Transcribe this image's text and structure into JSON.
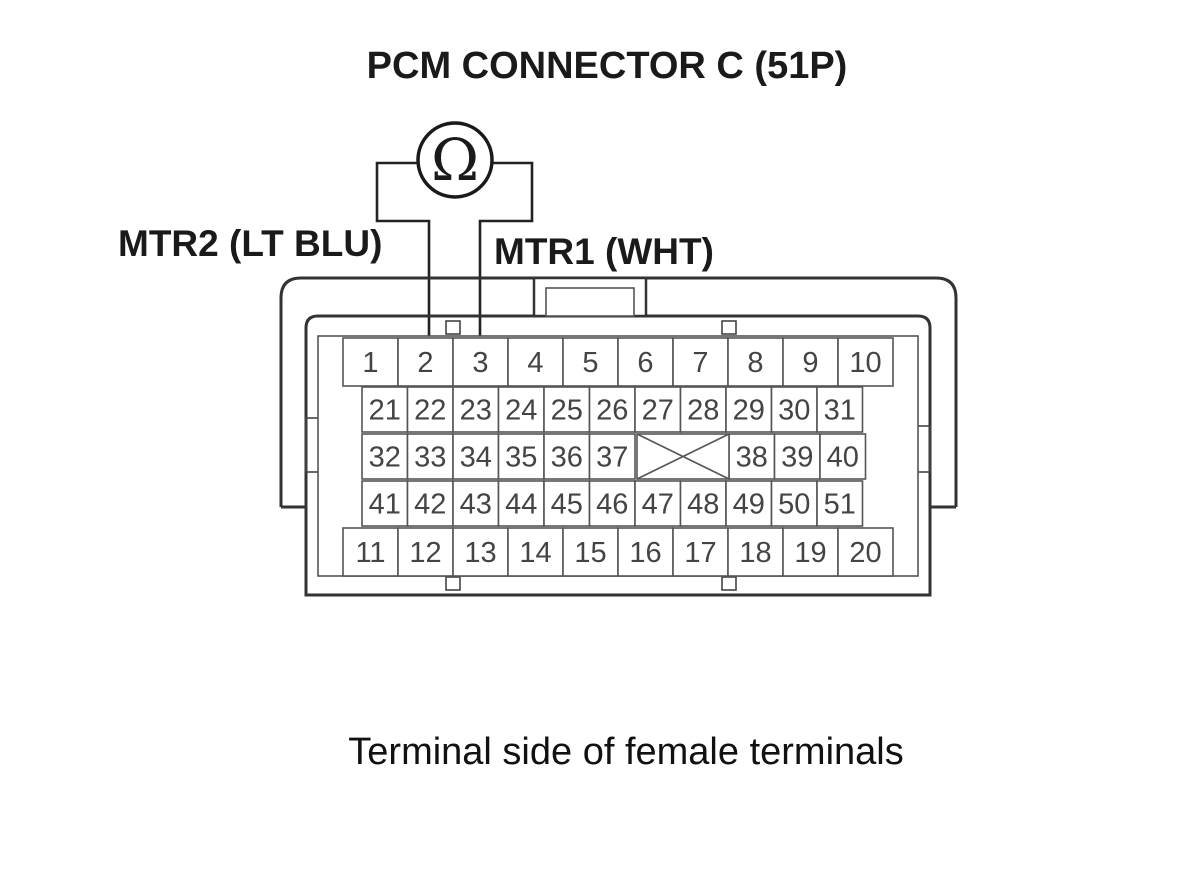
{
  "diagram": {
    "title": "PCM CONNECTOR C (51P)",
    "caption": "Terminal side of female terminals",
    "meter": {
      "symbol": "Ω",
      "icon": "ohmmeter-icon"
    },
    "probes": [
      {
        "label": "MTR2 (LT BLU)",
        "pin": "2"
      },
      {
        "label": "MTR1 (WHT)",
        "pin": "3"
      }
    ],
    "connector": {
      "row_top": [
        "1",
        "2",
        "3",
        "4",
        "5",
        "6",
        "7",
        "8",
        "9",
        "10"
      ],
      "row_a": [
        "21",
        "22",
        "23",
        "24",
        "25",
        "26",
        "27",
        "28",
        "29",
        "30",
        "31"
      ],
      "row_b_left": [
        "32",
        "33",
        "34",
        "35",
        "36",
        "37"
      ],
      "row_b_right": [
        "38",
        "39",
        "40"
      ],
      "row_c": [
        "41",
        "42",
        "43",
        "44",
        "45",
        "46",
        "47",
        "48",
        "49",
        "50",
        "51"
      ],
      "row_bottom": [
        "11",
        "12",
        "13",
        "14",
        "15",
        "16",
        "17",
        "18",
        "19",
        "20"
      ]
    }
  }
}
